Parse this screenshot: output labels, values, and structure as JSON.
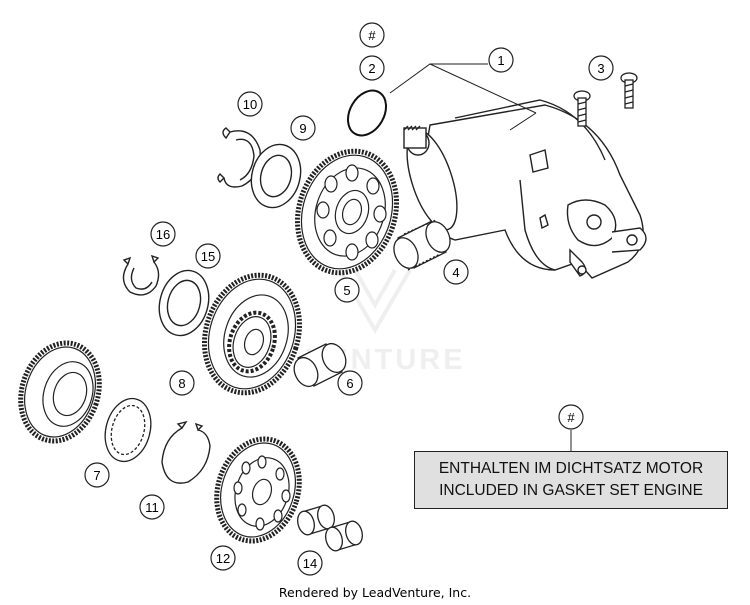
{
  "callouts": [
    {
      "label": "#"
    },
    {
      "label": "2"
    },
    {
      "label": "1"
    },
    {
      "label": "3"
    },
    {
      "label": "10"
    },
    {
      "label": "9"
    },
    {
      "label": "16"
    },
    {
      "label": "15"
    },
    {
      "label": "4"
    },
    {
      "label": "5"
    },
    {
      "label": "8"
    },
    {
      "label": "6"
    },
    {
      "label": "7"
    },
    {
      "label": "11"
    },
    {
      "label": "12"
    },
    {
      "label": "14"
    },
    {
      "label": "#"
    }
  ],
  "note": {
    "line1": "ENTHALTEN IM DICHTSATZ MOTOR",
    "line2": "INCLUDED IN GASKET SET ENGINE"
  },
  "watermark": "VENTURE",
  "footer": "Rendered by LeadVenture, Inc."
}
